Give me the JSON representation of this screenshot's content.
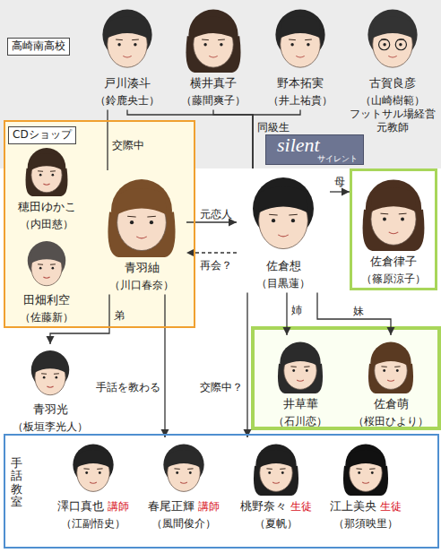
{
  "diagram": {
    "nodes": [
      {
        "text": [
          "高崎南高校"
        ]
      },
      {
        "text": [
          "戸川湊斗",
          "（鈴鹿央士）"
        ],
        "in": 0
      },
      {
        "text": [
          "横井真子",
          "（藤間爽子）"
        ],
        "in": 0
      },
      {
        "text": [
          "野本拓実",
          "（井上祐貴）"
        ],
        "in": 0
      },
      {
        "text": [
          "古賀良彦",
          "（山崎樹範）",
          "フットサル場経営 元教師"
        ],
        "in": 0
      },
      {
        "text": [
          "CDショップ"
        ]
      },
      {
        "text": [
          "穂田ゆかこ",
          "（内田慈）"
        ],
        "in": 5
      },
      {
        "text": [
          "田畑利空",
          "（佐藤新）"
        ],
        "in": 5
      },
      {
        "text": [
          "silent",
          "サイレント"
        ],
        "in": 0
      },
      {
        "text": [
          "青羽紬",
          "（川口春奈）"
        ],
        "in": 5
      },
      {
        "text": [
          "佐倉想",
          "（目黒蓮）"
        ]
      },
      {
        "text": [
          "佐倉律子",
          "（篠原涼子）"
        ]
      },
      {
        "text": [
          "青羽光",
          "（板垣李光人）"
        ]
      },
      {
        "text": [
          "井草華",
          "（石川恋）"
        ]
      },
      {
        "text": [
          "佐倉萌",
          "（桜田ひより）"
        ]
      },
      {
        "text": [
          "手話教室"
        ]
      },
      {
        "text": [
          "澤口真也",
          "講師",
          "（江副悟史）"
        ],
        "in": 15
      },
      {
        "text": [
          "春尾正輝",
          "講師",
          "（風間俊介）"
        ],
        "in": 15
      },
      {
        "text": [
          "桃野奈々",
          "生徒",
          "（夏帆）"
        ],
        "in": 15
      },
      {
        "text": [
          "江上美央",
          "生徒",
          "（那須映里）"
        ],
        "in": 15
      }
    ],
    "edges": [
      {
        "from": 1,
        "to": 9,
        "label": "交際中",
        "arrow": "none"
      },
      {
        "from": 1,
        "to": 10,
        "label": "同級生",
        "arrow": "none"
      },
      {
        "from": 2,
        "to": 10,
        "arrow": "none"
      },
      {
        "from": 3,
        "to": 10,
        "arrow": "none"
      },
      {
        "from": 9,
        "to": 10,
        "label": "元恋人",
        "arrow": "to"
      },
      {
        "from": 10,
        "to": 9,
        "label": "再会？",
        "arrow": "to"
      },
      {
        "from": 10,
        "to": 11,
        "label": "母",
        "arrow": "to"
      },
      {
        "from": 10,
        "to": 13,
        "label": "姉",
        "arrow": "to"
      },
      {
        "from": 10,
        "to": 14,
        "label": "妹",
        "arrow": "to"
      },
      {
        "from": 9,
        "to": 12,
        "label": "弟",
        "arrow": "to"
      },
      {
        "from": 9,
        "to": 17,
        "label": "手話を教わる",
        "arrow": "to"
      },
      {
        "from": 10,
        "to": 18,
        "label": "交際中？",
        "arrow": "to"
      }
    ]
  }
}
